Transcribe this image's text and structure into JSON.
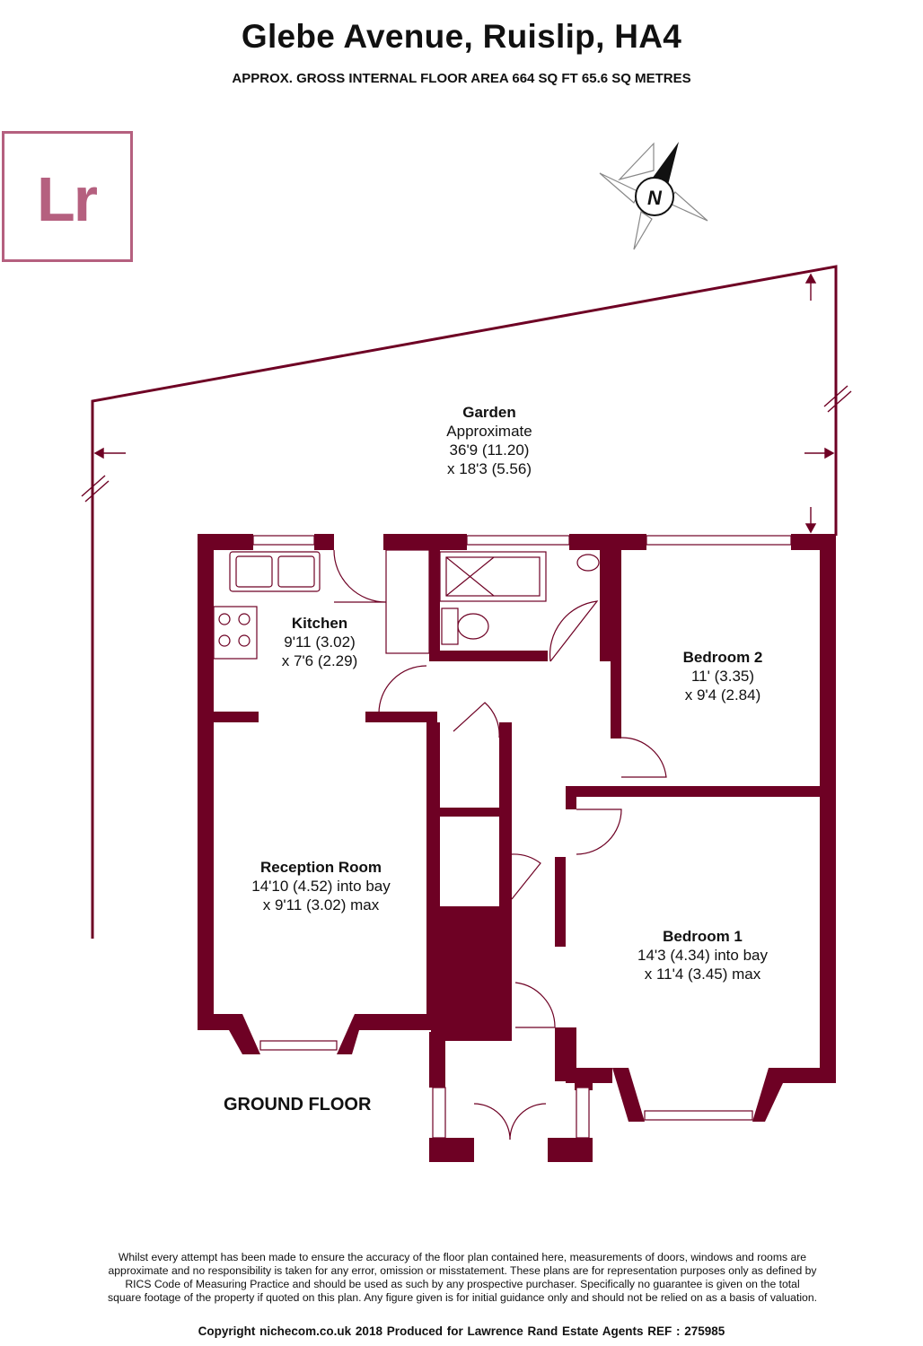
{
  "header": {
    "title": "Glebe Avenue, Ruislip, HA4",
    "subtitle": "APPROX. GROSS INTERNAL FLOOR AREA 664 SQ FT 65.6 SQ METRES"
  },
  "logo": {
    "text": "Lr",
    "color": "#b5607f"
  },
  "compass": {
    "icon": "north-arrow-icon",
    "letter": "N"
  },
  "colors": {
    "wall": "#6e0124",
    "line": "#6e0124"
  },
  "rooms": {
    "garden": {
      "name": "Garden",
      "line1": "Approximate",
      "line2": "36'9 (11.20)",
      "line3": "x 18'3 (5.56)"
    },
    "kitchen": {
      "name": "Kitchen",
      "line1": "9'11 (3.02)",
      "line2": "x 7'6 (2.29)"
    },
    "bedroom2": {
      "name": "Bedroom 2",
      "line1": "11' (3.35)",
      "line2": "x 9'4 (2.84)"
    },
    "reception": {
      "name": "Reception Room",
      "line1": "14'10 (4.52) into bay",
      "line2": "x 9'11 (3.02) max"
    },
    "bedroom1": {
      "name": "Bedroom 1",
      "line1": "14'3 (4.34) into bay",
      "line2": "x 11'4 (3.45) max"
    }
  },
  "floor_label": "GROUND FLOOR",
  "disclaimer": "Whilst every attempt has been made to ensure the accuracy of the floor plan contained here, measurements of doors, windows and rooms are approximate and no responsibility is taken for any error, omission or misstatement. These plans are for representation purposes only as defined by RICS Code of Measuring Practice and should be used as such by any prospective purchaser. Specifically no guarantee is given on the total square footage of the property if quoted on this plan. Any figure given is for initial guidance only and should not be relied on as a basis of valuation.",
  "footer": "Copyright nichecom.co.uk 2018    Produced for Lawrence Rand Estate Agents    REF : 275985"
}
